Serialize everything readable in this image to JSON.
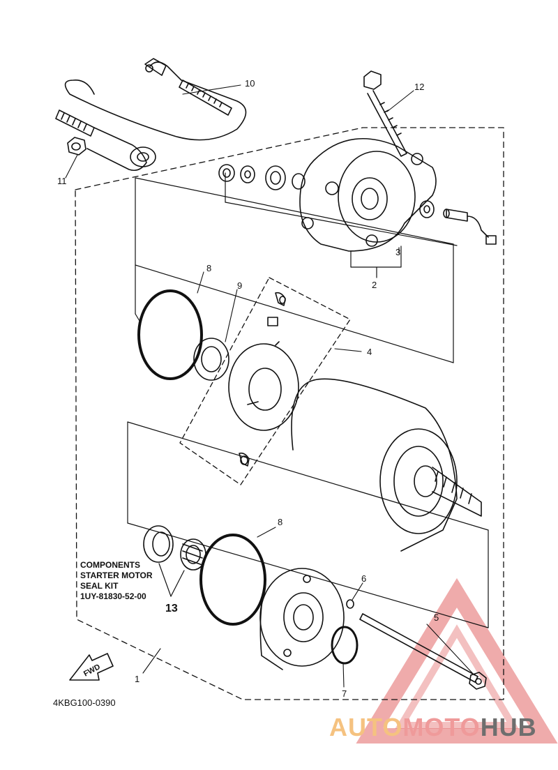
{
  "callouts": {
    "n1": "1",
    "n2": "2",
    "n3": "3",
    "n4": "4",
    "n5": "5",
    "n6": "6",
    "n7": "7",
    "n8a": "8",
    "n8b": "8",
    "n9": "9",
    "n10": "10",
    "n11": "11",
    "n12": "12",
    "n13": "13"
  },
  "info": {
    "line1": "COMPONENTS",
    "line2": "STARTER MOTOR",
    "line3": "SEAL KIT",
    "line4": "1UY-81830-52-00"
  },
  "fwd_label": "FWD",
  "part_code": "4KBG100-0390",
  "watermark": {
    "a": "AUTO",
    "b": "MOTO",
    "c": "HUB"
  },
  "colors": {
    "line": "#111111",
    "watermark_red": "#e57373",
    "watermark_orange": "#f5c280",
    "watermark_grey": "#6e6e6e"
  }
}
